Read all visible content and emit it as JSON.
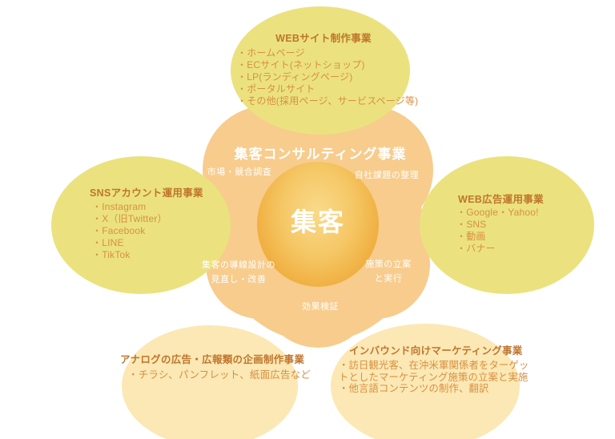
{
  "palette": {
    "satellite_yellow": "#ebe27f",
    "satellite_cream": "#fbe8b4",
    "hub_orange": "#f7cc8d",
    "core_gradient_inner": "#f9da8c",
    "core_gradient_mid": "#f5c765",
    "core_gradient_late": "#efab3a",
    "core_gradient_outer": "#e9992a",
    "title_text": "#c0752d",
    "item_text": "#d88f41",
    "hub_text": "#ffffff"
  },
  "hub": {
    "title": "集客コンサルティング事業",
    "core_label": "集客",
    "steps": {
      "research": "市場・競合調査",
      "issues": "自社課題の整理",
      "plan_line1": "施策の立案",
      "plan_line2": "と実行",
      "verify": "効果検証",
      "improve_line1": "集客の導線設計の",
      "improve_line2": "見直し・改善"
    }
  },
  "satellites": {
    "web_production": {
      "title": "WEBサイト制作事業",
      "items": [
        "・ホームページ",
        "・ECサイト(ネットショップ)",
        "・LP(ランディングページ)",
        "・ポータルサイト",
        "・その他(採用ページ、サービスページ等)"
      ]
    },
    "sns": {
      "title": "SNSアカウント運用事業",
      "items": [
        "・Instagram",
        "・X（旧Twitter）",
        "・Facebook",
        "・LINE",
        "・TikTok"
      ]
    },
    "web_ads": {
      "title": "WEB広告運用事業",
      "items": [
        "・Google・Yahoo!",
        "・SNS",
        "・動画",
        "・バナー"
      ]
    },
    "analog": {
      "title": "アナログの広告・広報類の企画制作事業",
      "items": [
        "・チラシ、パンフレット、紙面広告など"
      ]
    },
    "inbound": {
      "title": "インバウンド向けマーケティング事業",
      "lines": [
        "・訪日観光客、在沖米軍関係者をターゲッ",
        "トとしたマーケティング施策の立案と実施",
        "・他言語コンテンツの制作、翻訳"
      ]
    }
  }
}
